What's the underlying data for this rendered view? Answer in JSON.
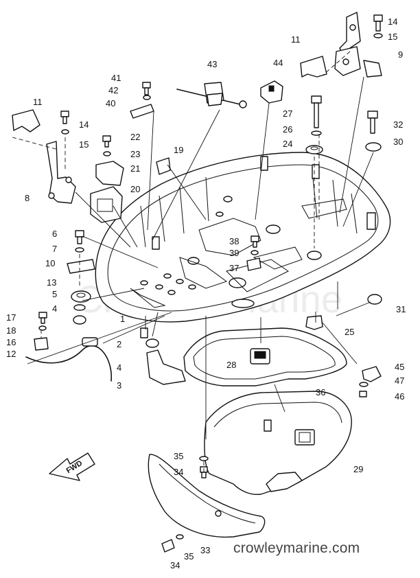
{
  "watermark": "Crowley Marine",
  "site_url": "crowleymarine.com",
  "fwd_arrow_text": "FWD",
  "labels": [
    {
      "id": "p14a",
      "text": "14"
    },
    {
      "id": "p15a",
      "text": "15"
    },
    {
      "id": "p11a",
      "text": "11"
    },
    {
      "id": "p9",
      "text": "9"
    },
    {
      "id": "p43",
      "text": "43"
    },
    {
      "id": "p44",
      "text": "44"
    },
    {
      "id": "p41",
      "text": "41"
    },
    {
      "id": "p42",
      "text": "42"
    },
    {
      "id": "p40",
      "text": "40"
    },
    {
      "id": "p11b",
      "text": "11"
    },
    {
      "id": "p14b",
      "text": "14"
    },
    {
      "id": "p15b",
      "text": "15"
    },
    {
      "id": "p27",
      "text": "27"
    },
    {
      "id": "p26",
      "text": "26"
    },
    {
      "id": "p24",
      "text": "24"
    },
    {
      "id": "p32",
      "text": "32"
    },
    {
      "id": "p30",
      "text": "30"
    },
    {
      "id": "p22",
      "text": "22"
    },
    {
      "id": "p23",
      "text": "23"
    },
    {
      "id": "p21",
      "text": "21"
    },
    {
      "id": "p19",
      "text": "19"
    },
    {
      "id": "p20",
      "text": "20"
    },
    {
      "id": "p8",
      "text": "8"
    },
    {
      "id": "p6",
      "text": "6"
    },
    {
      "id": "p7",
      "text": "7"
    },
    {
      "id": "p10",
      "text": "10"
    },
    {
      "id": "p38",
      "text": "38"
    },
    {
      "id": "p39",
      "text": "39"
    },
    {
      "id": "p37",
      "text": "37"
    },
    {
      "id": "p13",
      "text": "13"
    },
    {
      "id": "p5",
      "text": "5"
    },
    {
      "id": "p4a",
      "text": "4"
    },
    {
      "id": "p31",
      "text": "31"
    },
    {
      "id": "p17",
      "text": "17"
    },
    {
      "id": "p18",
      "text": "18"
    },
    {
      "id": "p16",
      "text": "16"
    },
    {
      "id": "p12",
      "text": "12"
    },
    {
      "id": "p1",
      "text": "1"
    },
    {
      "id": "p2",
      "text": "2"
    },
    {
      "id": "p25",
      "text": "25"
    },
    {
      "id": "p4b",
      "text": "4"
    },
    {
      "id": "p28",
      "text": "28"
    },
    {
      "id": "p3",
      "text": "3"
    },
    {
      "id": "p36",
      "text": "36"
    },
    {
      "id": "p45",
      "text": "45"
    },
    {
      "id": "p47",
      "text": "47"
    },
    {
      "id": "p46",
      "text": "46"
    },
    {
      "id": "p35a",
      "text": "35"
    },
    {
      "id": "p34a",
      "text": "34"
    },
    {
      "id": "p29",
      "text": "29"
    },
    {
      "id": "p34b",
      "text": "34"
    },
    {
      "id": "p35b",
      "text": "35"
    },
    {
      "id": "p33",
      "text": "33"
    }
  ]
}
